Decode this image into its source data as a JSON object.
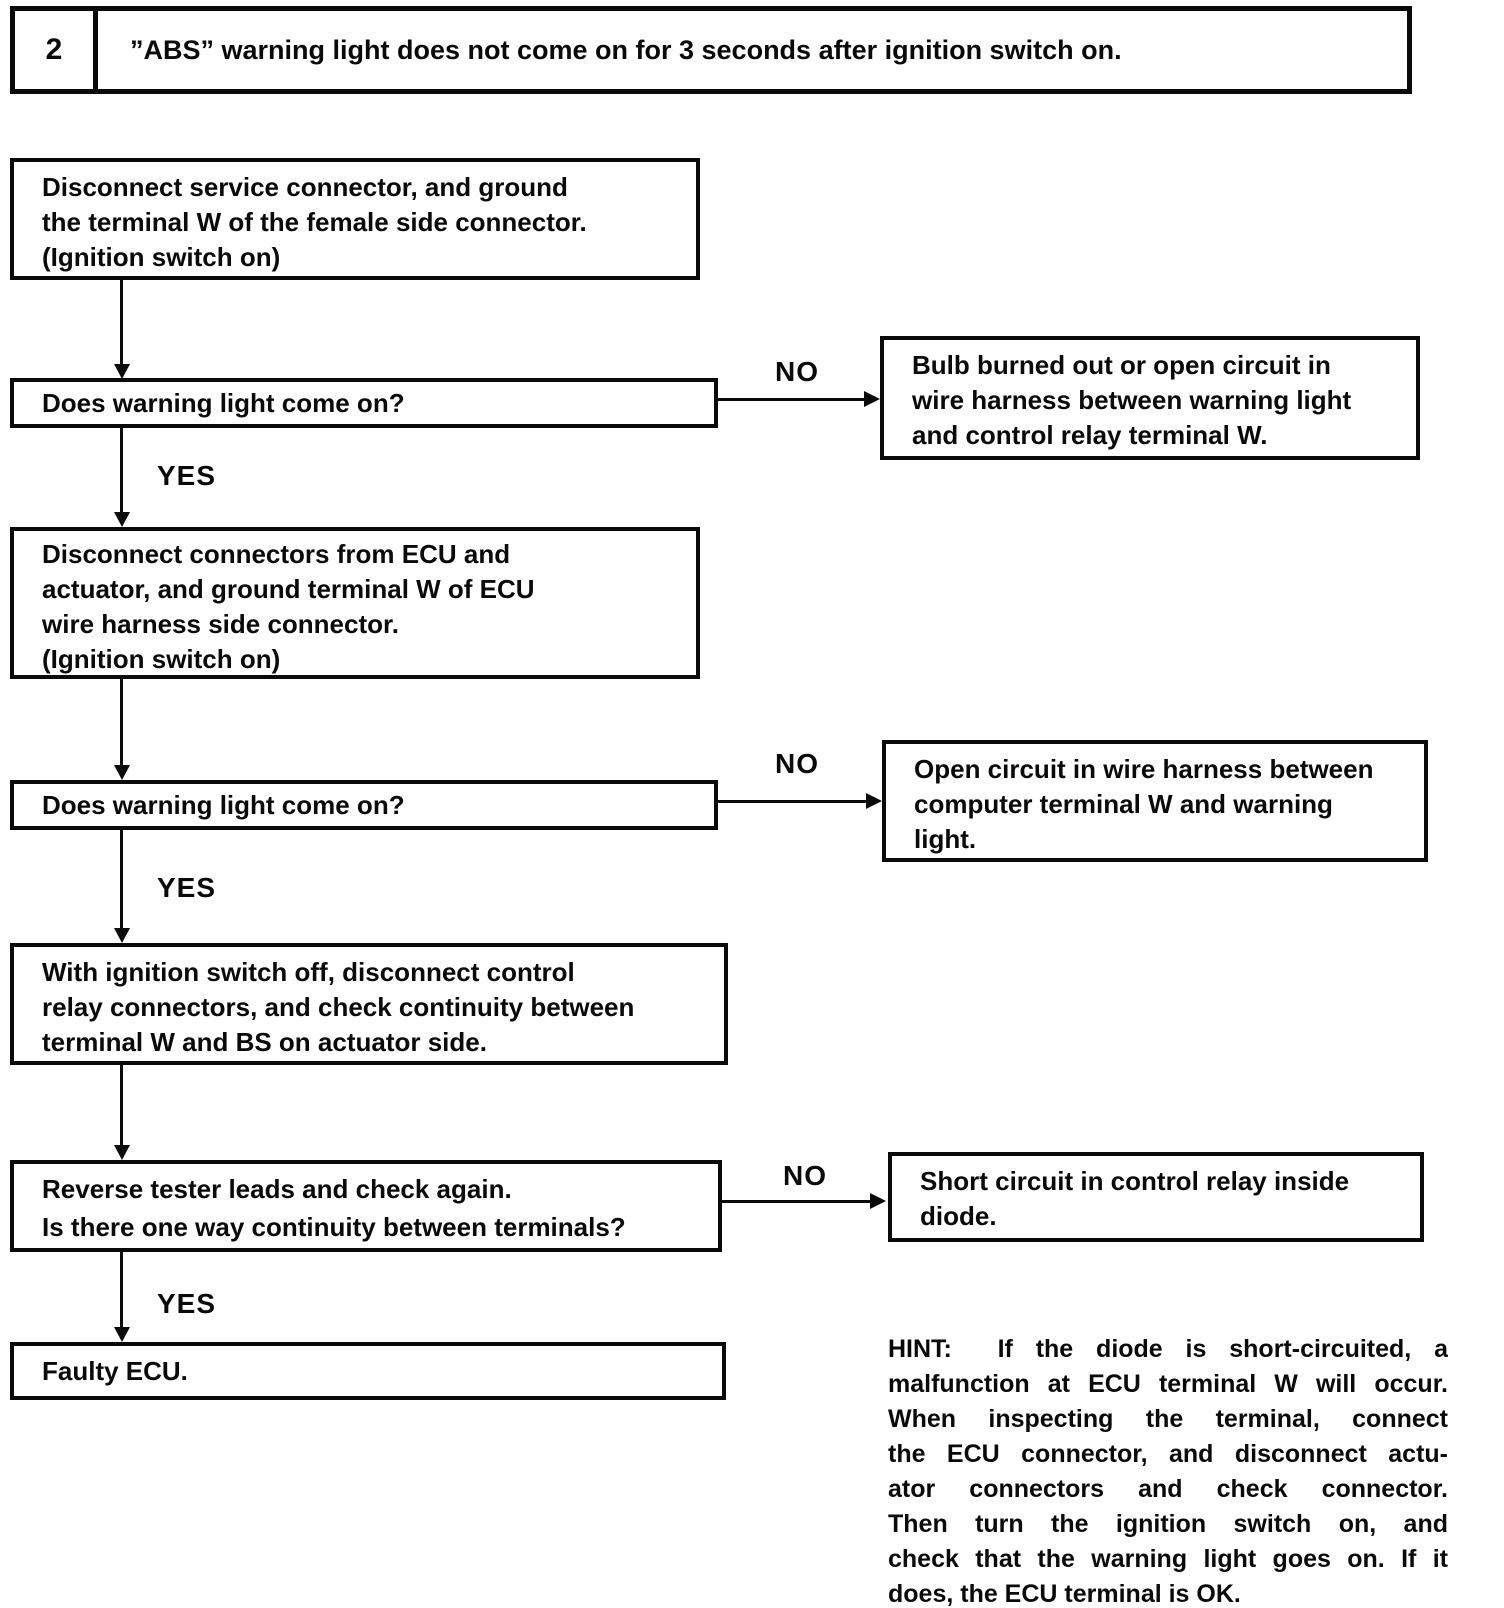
{
  "header": {
    "index": "2",
    "title": "”ABS” warning light does not come on for 3 seconds after ignition switch on."
  },
  "labels": {
    "no": "NO",
    "yes": "YES"
  },
  "flow": {
    "step1": {
      "lines": [
        "Disconnect service connector, and ground",
        "the terminal W of the female side connector.",
        "(Ignition switch on)"
      ]
    },
    "decision1": {
      "question": "Does warning light come on?"
    },
    "outcome1": {
      "lines": [
        "Bulb burned out or open circuit in",
        "wire harness between warning light",
        "and control relay terminal W."
      ]
    },
    "step2": {
      "lines": [
        "Disconnect connectors from ECU and",
        "actuator, and ground terminal W of ECU",
        "wire harness side connector.",
        "(Ignition switch on)"
      ]
    },
    "decision2": {
      "question": "Does warning light come on?"
    },
    "outcome2": {
      "lines": [
        "Open circuit in wire harness between",
        "computer terminal W and warning",
        "light."
      ]
    },
    "step3": {
      "lines": [
        "With ignition switch off, disconnect control",
        "relay connectors, and check continuity between",
        "terminal W and BS on actuator side."
      ]
    },
    "decision3": {
      "lines": [
        "Reverse tester leads and check again.",
        "Is there one way continuity between terminals?"
      ]
    },
    "outcome3": {
      "lines": [
        "Short circuit in control relay inside",
        "diode."
      ]
    },
    "result": {
      "text": "Faulty ECU."
    }
  },
  "hint": {
    "lines": [
      "HINT:  If the diode is short-circuited, a",
      "malfunction at ECU terminal W will occur.",
      "When inspecting the terminal, connect",
      "the ECU connector, and disconnect actu-",
      "ator connectors and check connector.",
      "Then turn the ignition switch on, and",
      "check that the warning light goes on. If it",
      "does, the ECU terminal is OK."
    ]
  }
}
